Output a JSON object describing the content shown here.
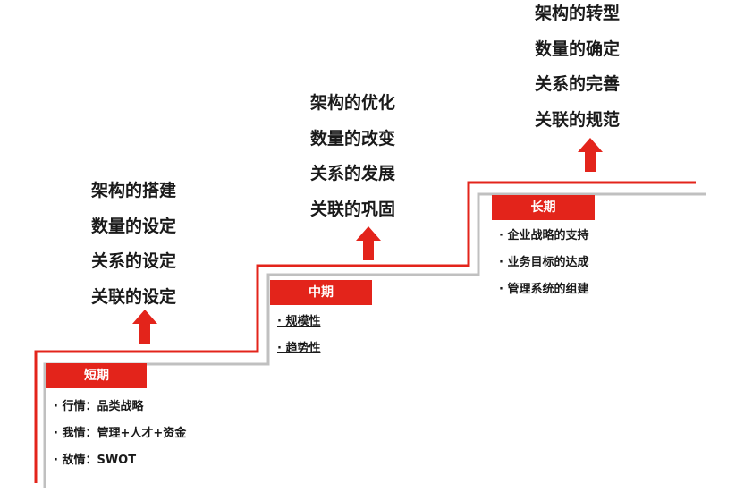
{
  "phases": [
    {
      "id": "short",
      "label": "短期",
      "goals": [
        "架构的搭建",
        "数量的设定",
        "关系的设定",
        "关联的设定"
      ],
      "points": [
        "· 行情：品类战略",
        "· 我情：管理+人才+资金",
        "· 敌情：SWOT"
      ]
    },
    {
      "id": "mid",
      "label": "中期",
      "goals": [
        "架构的优化",
        "数量的改变",
        "关系的发展",
        "关联的巩固"
      ],
      "points": [
        "· 规模性",
        "· 趋势性"
      ]
    },
    {
      "id": "long",
      "label": "长期",
      "goals": [
        "架构的转型",
        "数量的确定",
        "关系的完善",
        "关联的规范"
      ],
      "points": [
        "· 企业战略的支持",
        "· 业务目标的达成",
        "· 管理系统的组建"
      ]
    }
  ],
  "colors": {
    "accent": "#e3241b",
    "gray": "#c0c0c0",
    "text": "#1a1a1a"
  },
  "icons": [
    "up-arrow-icon"
  ]
}
